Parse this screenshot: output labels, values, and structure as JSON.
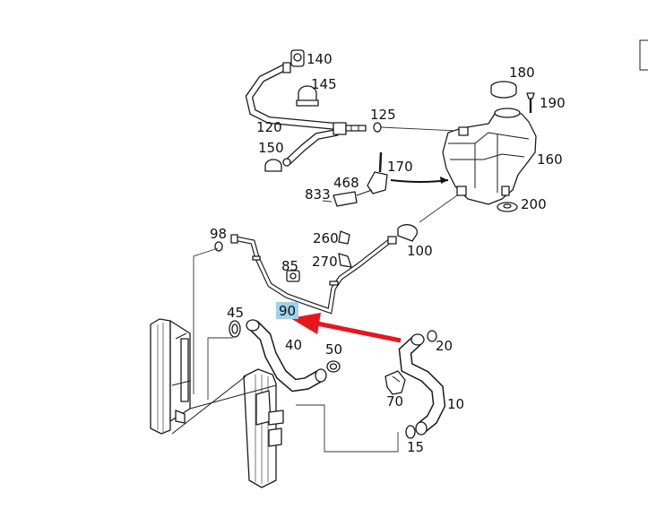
{
  "labels": {
    "l140": "140",
    "l145": "145",
    "l120": "120",
    "l125": "125",
    "l150": "150",
    "l180": "180",
    "l190": "190",
    "l160": "160",
    "l170": "170",
    "l468": "468",
    "l833": "833",
    "l200": "200",
    "l98": "98",
    "l260": "260",
    "l270": "270",
    "l100": "100",
    "l85": "85",
    "l90": "90",
    "l45": "45",
    "l40": "40",
    "l50": "50",
    "l20": "20",
    "l10": "10",
    "l70": "70",
    "l15": "15"
  },
  "colors": {
    "arrow": "#e8161b",
    "highlight": "#9fd1e8"
  }
}
